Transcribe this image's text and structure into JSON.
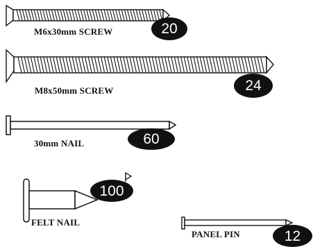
{
  "items": [
    {
      "label": "M6x30mm SCREW",
      "quantity": "20",
      "icon": "countersunk-screw-icon"
    },
    {
      "label": "M8x50mm SCREW",
      "quantity": "24",
      "icon": "countersunk-screw-icon"
    },
    {
      "label": "30mm NAIL",
      "quantity": "60",
      "icon": "nail-icon"
    },
    {
      "label": "FELT NAIL",
      "quantity": "100",
      "icon": "felt-nail-icon"
    },
    {
      "label": "PANEL PIN",
      "quantity": "12",
      "icon": "panel-pin-icon"
    }
  ],
  "colors": {
    "ink": "#111111",
    "badge_text": "#ffffff",
    "background": "#ffffff"
  }
}
